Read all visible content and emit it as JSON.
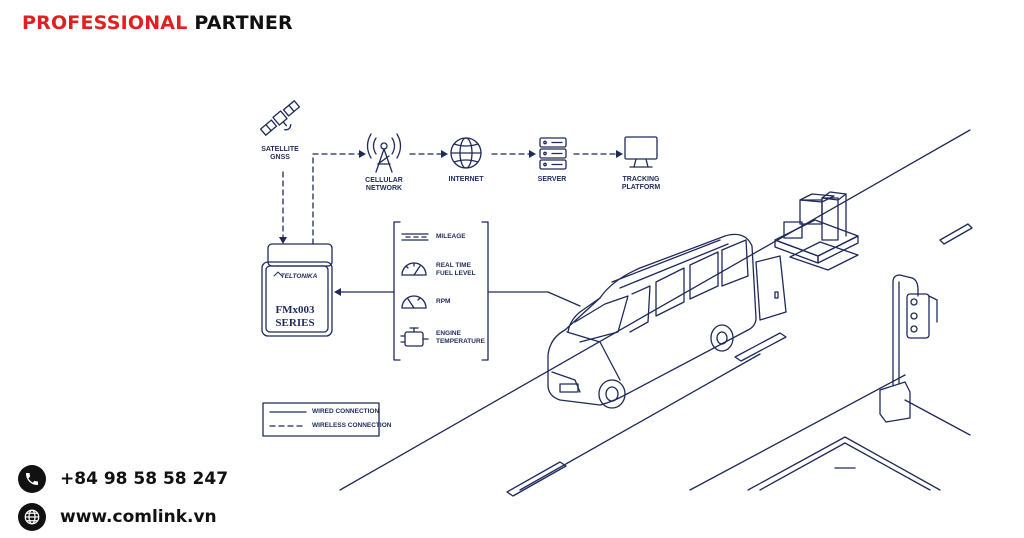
{
  "brand": {
    "part1": "PROFESSIONAL",
    "part2": "PARTNER"
  },
  "nodes": {
    "satellite": "SATELLITE\nGNSS",
    "cellular": "CELLULAR\nNETWORK",
    "internet": "INTERNET",
    "server": "SERVER",
    "tracking": "TRACKING\nPLATFORM"
  },
  "device": {
    "brand": "TELTONIKA",
    "name": "FMx003\nSERIES"
  },
  "sensors": {
    "mileage": "MILEAGE",
    "fuel": "REAL TIME\nFUEL LEVEL",
    "rpm": "RPM",
    "engine": "ENGINE\nTEMPERATURE"
  },
  "legend": {
    "wired": "WIRED CONNECTION",
    "wireless": "WIRELESS CONNECTION"
  },
  "contact": {
    "phone": "+84 98 58 58 247",
    "website": "www.comlink.vn"
  },
  "colors": {
    "ink": "#1f2a5a",
    "accent": "#e02020",
    "dark": "#111111"
  }
}
